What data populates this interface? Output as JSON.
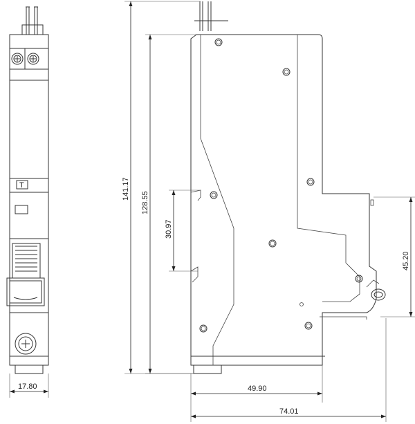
{
  "dimensions": {
    "front_width": "17.80",
    "total_height": "141.17",
    "body_height": "128.55",
    "rail_height": "30.97",
    "step_height": "45.20",
    "depth_front": "49.90",
    "depth_total": "74.01"
  },
  "front_view": {
    "marking": "T"
  }
}
